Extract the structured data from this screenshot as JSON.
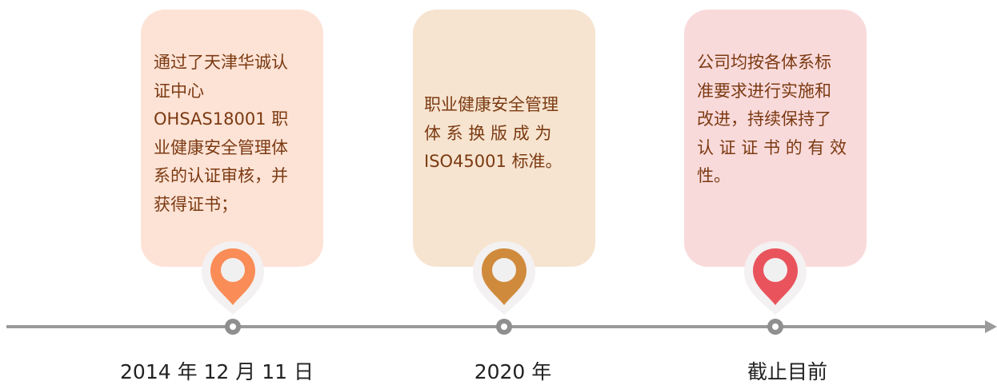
{
  "milestones": [
    {
      "date": "2014 年 12 月 11 日",
      "text": "通过了天津华诚认\n证中心\nOHSAS18001 职\n业健康安全管理体\n系的认证审核，并\n获得证书；",
      "card_color": "#fde3d6",
      "pin_color": "#f98c57"
    },
    {
      "date": "2020 年",
      "text": "职业健康安全管理\n体 系 换 版 成 为\nISO45001 标准。",
      "card_color": "#f6e4d0",
      "pin_color": "#d08a3c"
    },
    {
      "date": "截止目前",
      "text": "公司均按各体系标\n准要求进行实施和\n改进，持续保持了\n认 证 证 书 的 有 效\n性。",
      "card_color": "#f9dadb",
      "pin_color": "#e9545c"
    }
  ],
  "timeline": {
    "line_color": "#9a9a9a",
    "node_color": "#8f8f8f"
  }
}
